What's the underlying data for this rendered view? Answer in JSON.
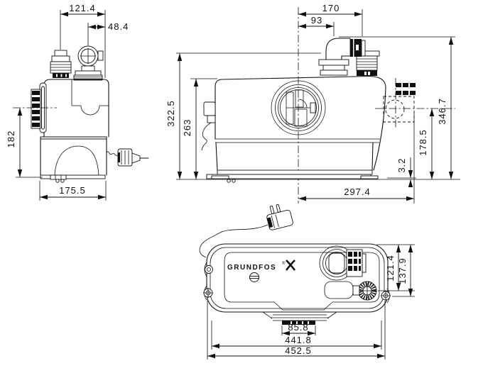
{
  "drawing": {
    "brand": "GRUNDFOS",
    "registered_mark": "®"
  },
  "views": {
    "side": {
      "port_span": "121.4",
      "vent_offset": "48.4",
      "inlet_height": "182",
      "depth": "175.5"
    },
    "front": {
      "outlet_offset": "170",
      "discharge_offset": "93",
      "lid_height": "322.5",
      "tank_height": "263",
      "overall_height": "346.7",
      "side_port_height": "178.5",
      "base_clearance": "3.2",
      "depth": "297.4"
    },
    "top": {
      "vent_from_edge": "121.4",
      "ear_from_edge": "137.9",
      "outlet_width": "85.8",
      "body_length": "441.8",
      "overall_length": "452.5"
    }
  }
}
